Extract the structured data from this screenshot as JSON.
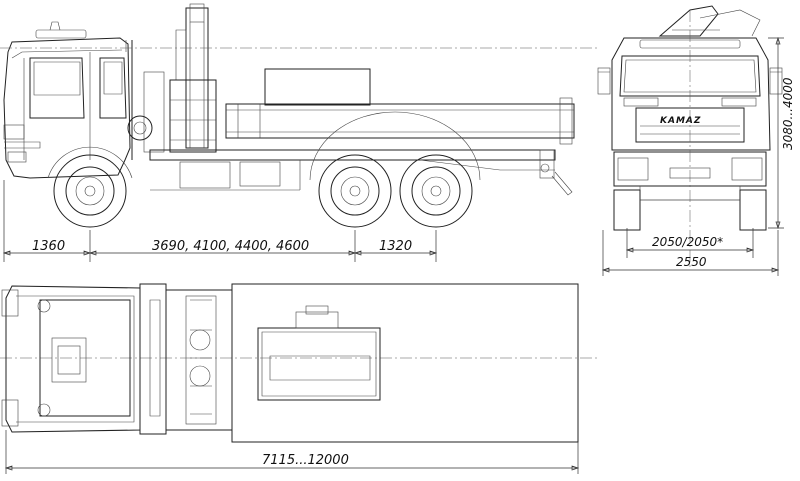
{
  "dimensions": {
    "front_overhang": "1360",
    "wheelbase": "3690, 4100, 4400, 4600",
    "rear_axle_spacing": "1320",
    "height": "3080...4000",
    "track": "2050/2050*",
    "width": "2550",
    "overall_length": "7115...12000"
  },
  "brand_badge": "KAMAZ",
  "cab_badge": "KAMAZ"
}
